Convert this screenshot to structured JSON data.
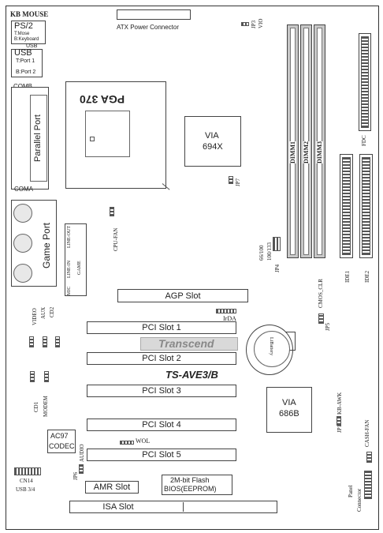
{
  "connectors": {
    "kb_mouse": "KB MOUSE",
    "ps2": "PS/2",
    "ps2_mouse": "T:Mose",
    "ps2_keyboard": "B:Keyboard",
    "usb_top": "USB",
    "usb": "USB",
    "usb_port1": "T:Port 1",
    "usb_port2": "B:Port 2",
    "comb": "COMB",
    "coma": "COMA",
    "parallel_port": "Parallel Port",
    "game_port": "Game Port",
    "mic": "MIC",
    "line_in": "LINE-IN",
    "line_out": "LINE-OUT",
    "game": "GAME",
    "atx_power": "ATX Power Connector",
    "fdc": "FDC",
    "ide1": "IDE1",
    "ide2": "IDE2",
    "cn14": "CN14",
    "usb34": "USB 3/4",
    "panel": "Panel",
    "panel_connector": "Connector"
  },
  "chips": {
    "cpu_socket": "PGA 370",
    "north_bridge_line1": "VIA",
    "north_bridge_line2": "694X",
    "south_bridge_line1": "VIA",
    "south_bridge_line2": "686B",
    "codec_line1": "AC97",
    "codec_line2": "CODEC",
    "bios_line1": "2M-bit Flash",
    "bios_line2": "BIOS(EEPROM)",
    "battery": "LiBattery"
  },
  "slots": {
    "agp": "AGP Slot",
    "pci1": "PCI Slot 1",
    "pci2": "PCI Slot 2",
    "pci3": "PCI Slot 3",
    "pci4": "PCI Slot 4",
    "pci5": "PCI Slot 5",
    "amr": "AMR Slot",
    "isa": "ISA Slot",
    "dimm1": "DIMM1",
    "dimm2": "DIMM2",
    "dimm3": "DIMM3"
  },
  "branding": {
    "maker": "Transcend",
    "model": "TS-AVE3/B"
  },
  "headers": {
    "jp3": "JP3",
    "vio": "VIO",
    "jp7": "JP7",
    "cpu_fan": "CPU-FAN",
    "freq_66_100": "66/100",
    "freq_100_133": "100/133",
    "jp4": "JP4",
    "cmos_clr": "CMOS_CLR",
    "jp5": "JP5",
    "irda": "IrDA",
    "video": "VIDEO",
    "aux": "AUX",
    "cd2": "CD2",
    "cd1": "CD1",
    "modem": "MODEM",
    "jp1": "JP1",
    "kb_awk": "KB-AWK",
    "chas_fan": "CASH-FAN",
    "wol": "WOL",
    "audio": "AUDIO",
    "jp6": "JP6"
  }
}
